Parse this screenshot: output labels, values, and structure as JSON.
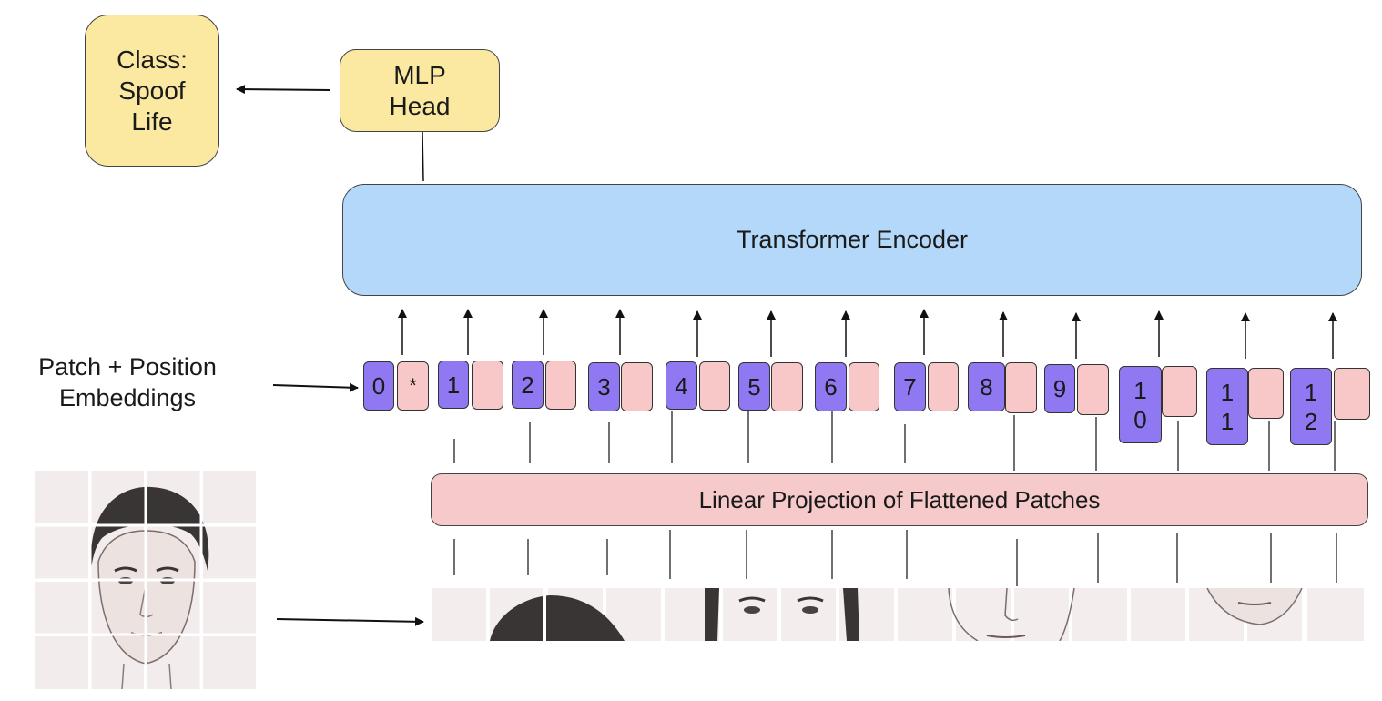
{
  "class_box": {
    "line1": "Class:",
    "line2": "Spoof",
    "line3": "Life"
  },
  "mlp_head": {
    "line1": "MLP",
    "line2": "Head"
  },
  "transformer_encoder": {
    "label": "Transformer Encoder"
  },
  "linear_projection": {
    "label": "Linear Projection of Flattened Patches"
  },
  "embeddings_label": {
    "line1": "Patch + Position",
    "line2": "Embeddings"
  },
  "tokens": [
    {
      "position": "0",
      "patch": "*"
    },
    {
      "position": "1",
      "patch": ""
    },
    {
      "position": "2",
      "patch": ""
    },
    {
      "position": "3",
      "patch": ""
    },
    {
      "position": "4",
      "patch": ""
    },
    {
      "position": "5",
      "patch": ""
    },
    {
      "position": "6",
      "patch": ""
    },
    {
      "position": "7",
      "patch": ""
    },
    {
      "position": "8",
      "patch": ""
    },
    {
      "position": "9",
      "patch": ""
    },
    {
      "position": "10",
      "patch": ""
    },
    {
      "position": "11",
      "patch": ""
    },
    {
      "position": "12",
      "patch": ""
    }
  ],
  "colors": {
    "head_fill": "#fbe9a2",
    "encoder_fill": "#b3d8f9",
    "projection_fill": "#f6c9ca",
    "position_token_fill": "#8f78f2",
    "patch_token_fill": "#f8c8c8"
  }
}
